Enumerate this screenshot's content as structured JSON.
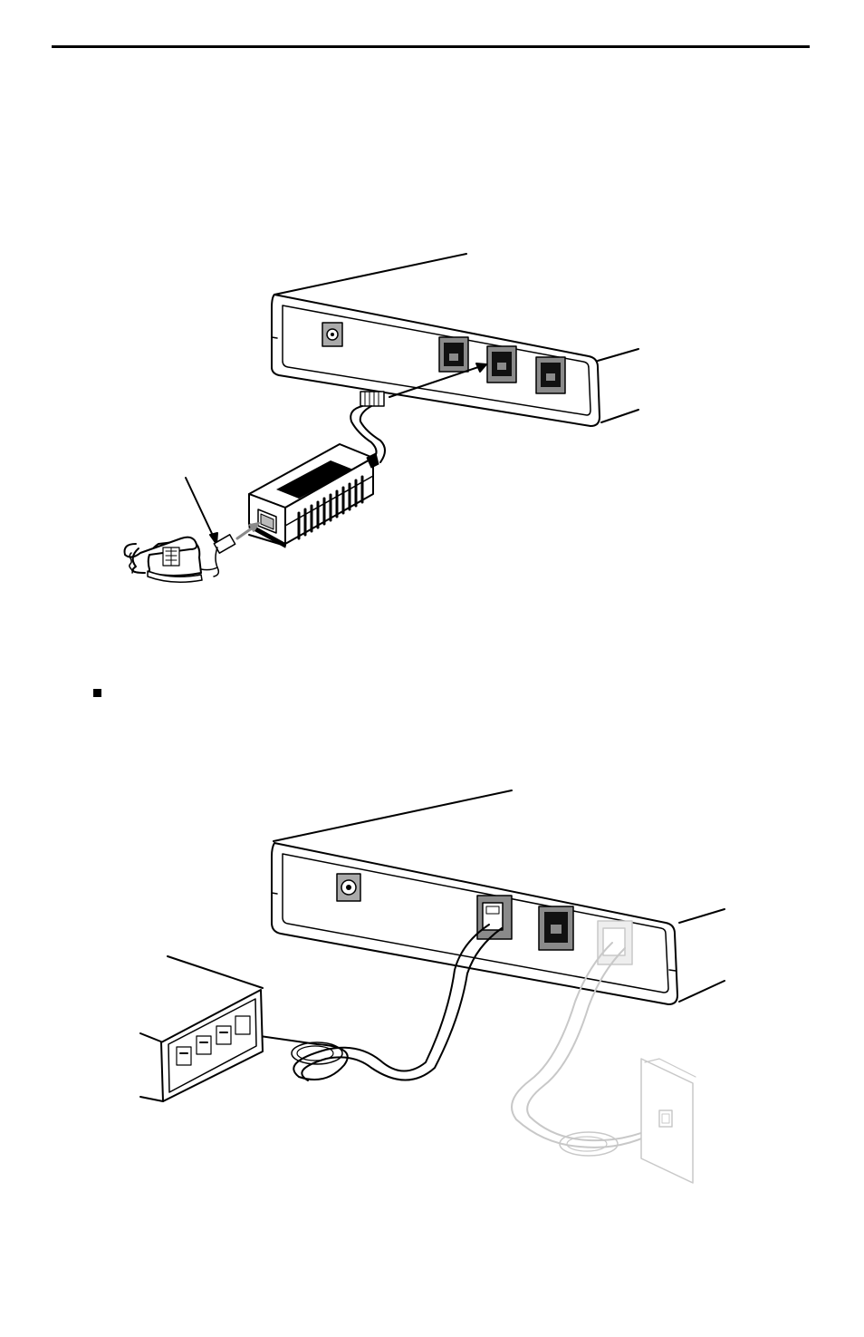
{
  "page": {
    "header_rule": "solid",
    "bullet_marker": "square"
  },
  "figure_1": {
    "unit": "modem-rear-panel",
    "ports": [
      "power-jack",
      "jack-1",
      "jack-2",
      "jack-3"
    ],
    "accessory": "adapter",
    "peripheral": "telephone"
  },
  "figure_2": {
    "unit": "modem-rear-panel",
    "ports": [
      "power-jack",
      "jack-1",
      "jack-2",
      "jack-3"
    ],
    "peripherals": [
      "phone-system-box",
      "wall-jack"
    ]
  },
  "colors": {
    "line": "#000000",
    "faded": "#c8c8c8",
    "port_fill": "#8a8a8a",
    "jack_fill": "#111111"
  }
}
